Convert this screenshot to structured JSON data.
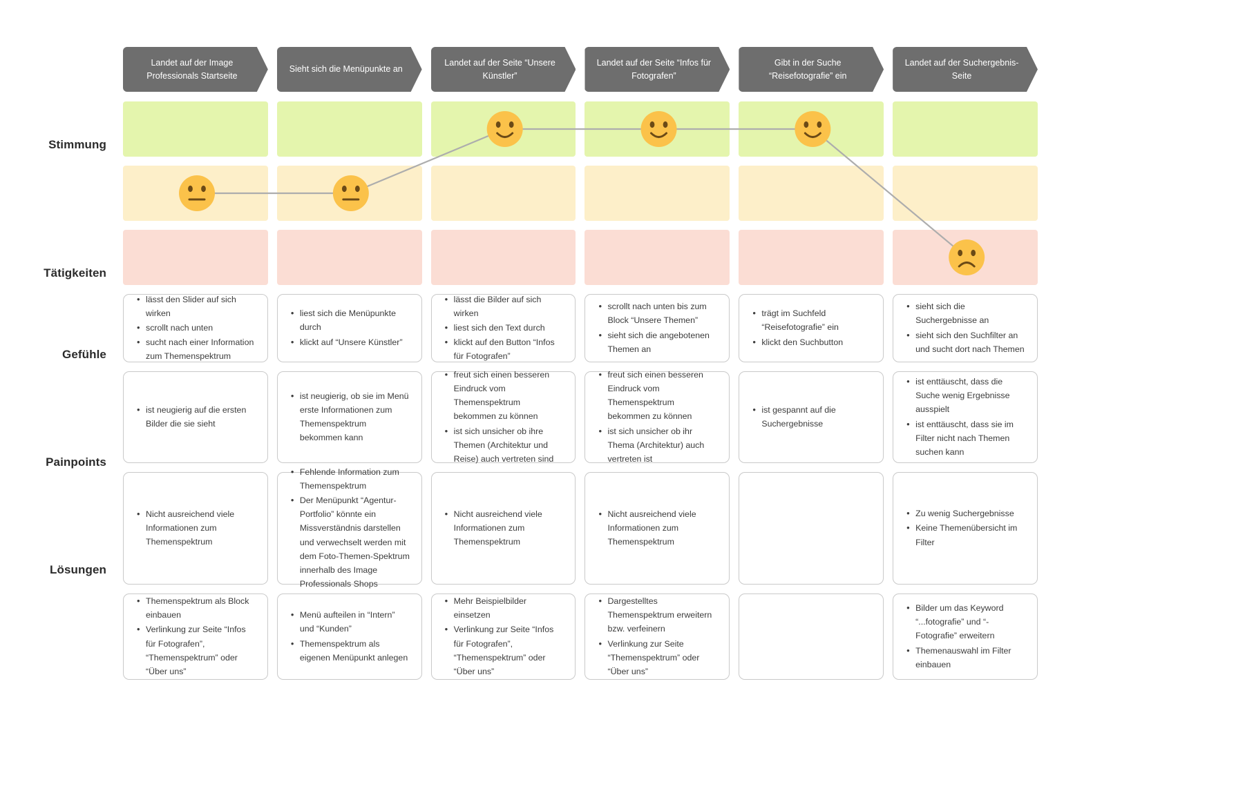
{
  "meta": {
    "title": "Customer Journey Map",
    "colors": {
      "stage_header": "#6E6E6E",
      "mood_good": "#E4F5AD",
      "mood_neutral": "#FDEFC9",
      "mood_bad": "#FBDDD4",
      "emoji_face": "#FBC24A",
      "emoji_feature": "#6B4A16",
      "journey_line": "#ADADAD",
      "card_border": "#C9C9C9"
    }
  },
  "stages": [
    {
      "id": "stage-1",
      "label": "Landet auf der Image Professionals Startseite"
    },
    {
      "id": "stage-2",
      "label": "Sieht sich die Menüpunkte an"
    },
    {
      "id": "stage-3",
      "label": "Landet auf der Seite “Unsere Künstler”"
    },
    {
      "id": "stage-4",
      "label": "Landet auf der Seite “Infos für Fotografen”"
    },
    {
      "id": "stage-5",
      "label": "Gibt in der Suche “Reisefotografie” ein"
    },
    {
      "id": "stage-6",
      "label": "Landet auf der Suchergebnis-Seite"
    }
  ],
  "rows": [
    {
      "id": "stimmung",
      "label": "Stimmung"
    },
    {
      "id": "taetigkeiten",
      "label": "Tätigkeiten"
    },
    {
      "id": "gefuehle",
      "label": "Gefühle"
    },
    {
      "id": "painpoints",
      "label": "Painpoints"
    },
    {
      "id": "loesungen",
      "label": "Lösungen"
    }
  ],
  "chart_data": {
    "type": "line",
    "title": "Stimmung",
    "categories": [
      "Landet auf der Image Professionals Startseite",
      "Sieht sich die Menüpunkte an",
      "Landet auf der Seite “Unsere Künstler”",
      "Landet auf der Seite “Infos für Fotografen”",
      "Gibt in der Suche “Reisefotografie” ein",
      "Landet auf der Suchergebnis-Seite"
    ],
    "mood_levels": [
      "good",
      "neutral",
      "bad"
    ],
    "values": [
      "neutral",
      "neutral",
      "good",
      "good",
      "good",
      "bad"
    ],
    "numeric_values": [
      2,
      2,
      3,
      3,
      3,
      1
    ],
    "ylim": [
      1,
      3
    ],
    "ylabel": "Stimmung",
    "xlabel": "",
    "grid": false,
    "legend": "none",
    "emoji": [
      "neutral",
      "neutral",
      "happy",
      "happy",
      "happy",
      "sad"
    ]
  },
  "mood_bands": [
    {
      "id": "band-good",
      "mood": "good"
    },
    {
      "id": "band-neutral",
      "mood": "neutral"
    },
    {
      "id": "band-bad",
      "mood": "bad"
    }
  ],
  "taetigkeiten": [
    [
      "lässt den Slider auf sich wirken",
      "scrollt nach unten",
      "sucht nach einer Information zum Themenspektrum"
    ],
    [
      "liest sich die Menüpunkte durch",
      "klickt auf “Unsere Künstler”"
    ],
    [
      "lässt die Bilder auf sich wirken",
      "liest sich den Text durch",
      "klickt auf den Button “Infos für Fotografen”"
    ],
    [
      "scrollt nach unten bis zum Block “Unsere Themen”",
      "sieht sich die angebotenen Themen an"
    ],
    [
      "trägt im Suchfeld “Reisefotografie” ein",
      "klickt den Suchbutton"
    ],
    [
      "sieht sich die Suchergebnisse an",
      "sieht sich den Suchfilter an und sucht dort nach Themen"
    ]
  ],
  "gefuehle": [
    [
      "ist neugierig auf die ersten Bilder die sie sieht"
    ],
    [
      "ist neugierig, ob sie im Menü erste Informationen zum Themenspektrum bekommen kann"
    ],
    [
      "freut sich einen besseren Eindruck vom Themenspektrum bekommen zu können",
      "ist sich unsicher ob ihre Themen (Architektur und Reise) auch vertreten sind"
    ],
    [
      "freut sich einen besseren Eindruck vom Themenspektrum bekommen zu können",
      "ist sich unsicher ob ihr Thema (Architektur) auch vertreten ist"
    ],
    [
      "ist gespannt auf die Suchergebnisse"
    ],
    [
      "ist enttäuscht, dass die Suche wenig Ergebnisse ausspielt",
      "ist enttäuscht, dass sie im Filter nicht nach Themen suchen kann"
    ]
  ],
  "painpoints": [
    [
      "Nicht ausreichend viele Informationen zum Themenspektrum"
    ],
    [
      "Fehlende Information zum Themenspektrum",
      "Der Menüpunkt “Agentur-Portfolio” könnte ein Missverständnis darstellen und verwechselt werden mit dem Foto-Themen-Spektrum innerhalb des Image Professionals Shops"
    ],
    [
      "Nicht ausreichend viele Informationen zum Themenspektrum"
    ],
    [
      "Nicht ausreichend viele Informationen zum Themenspektrum"
    ],
    [],
    [
      "Zu wenig Suchergebnisse",
      "Keine Themenübersicht im Filter"
    ]
  ],
  "loesungen": [
    [
      "Themenspektrum als Block einbauen",
      "Verlinkung zur Seite “Infos für Fotografen”, “Themenspektrum” oder “Über uns”"
    ],
    [
      "Menü aufteilen in “Intern” und “Kunden”",
      "Themenspektrum als eigenen Menüpunkt anlegen"
    ],
    [
      "Mehr Beispielbilder einsetzen",
      "Verlinkung zur Seite “Infos für Fotografen”, “Themenspektrum” oder “Über uns”"
    ],
    [
      "Dargestelltes Themenspektrum erweitern bzw. verfeinern",
      "Verlinkung zur Seite “Themenspektrum” oder “Über uns”"
    ],
    [],
    [
      "Bilder um das Keyword “...fotografie” und “-Fotografie” erweitern",
      "Themenauswahl im Filter einbauen"
    ]
  ]
}
